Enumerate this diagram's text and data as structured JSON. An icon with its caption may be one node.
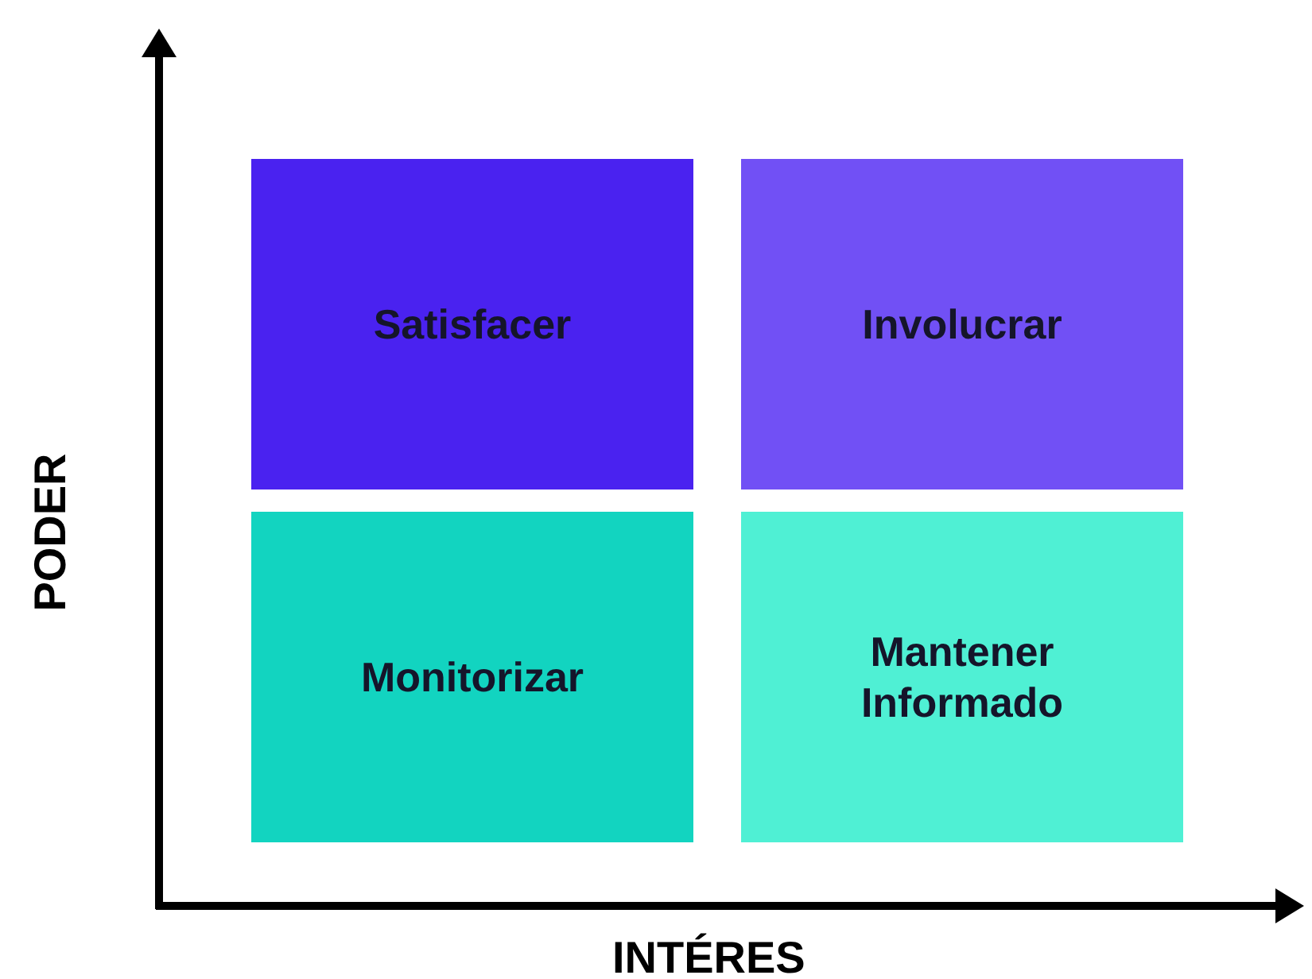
{
  "diagram": {
    "nodes": [
      {
        "text": [
          "Satisfacer"
        ]
      },
      {
        "text": [
          "Involucrar"
        ]
      },
      {
        "text": [
          "Monitorizar"
        ]
      },
      {
        "text": [
          "Mantener Informado"
        ]
      }
    ],
    "labels": [
      "PODER",
      "INTÉRES"
    ]
  }
}
